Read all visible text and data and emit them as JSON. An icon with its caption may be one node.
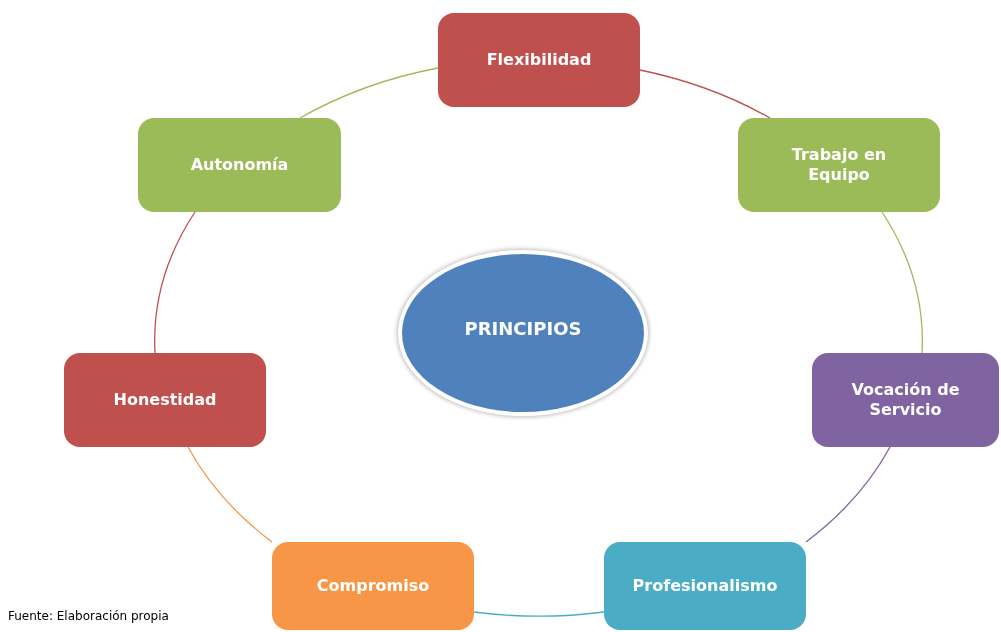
{
  "diagram": {
    "caption": "Fuente: Elaboración propia",
    "nodes": [
      {
        "text": [
          "PRINCIPIOS"
        ]
      },
      {
        "text": [
          "Flexibilidad"
        ]
      },
      {
        "text": [
          "Trabajo en Equipo"
        ]
      },
      {
        "text": [
          "Vocación de Servicio"
        ]
      },
      {
        "text": [
          "Profesionalismo"
        ]
      },
      {
        "text": [
          "Compromiso"
        ]
      },
      {
        "text": [
          "Honestidad"
        ]
      },
      {
        "text": [
          "Autonomía"
        ]
      }
    ],
    "edges": [
      {
        "from": 1,
        "to": 2,
        "arrow": "none",
        "color": "#c0504d"
      },
      {
        "from": 2,
        "to": 3,
        "arrow": "none",
        "color": "#9bbb59"
      },
      {
        "from": 3,
        "to": 4,
        "arrow": "none",
        "color": "#8064a2"
      },
      {
        "from": 4,
        "to": 5,
        "arrow": "none",
        "color": "#4bacc6"
      },
      {
        "from": 5,
        "to": 6,
        "arrow": "none",
        "color": "#f79646"
      },
      {
        "from": 6,
        "to": 7,
        "arrow": "none",
        "color": "#c0504d"
      },
      {
        "from": 7,
        "to": 1,
        "arrow": "none",
        "color": "#9bbb59"
      }
    ]
  }
}
